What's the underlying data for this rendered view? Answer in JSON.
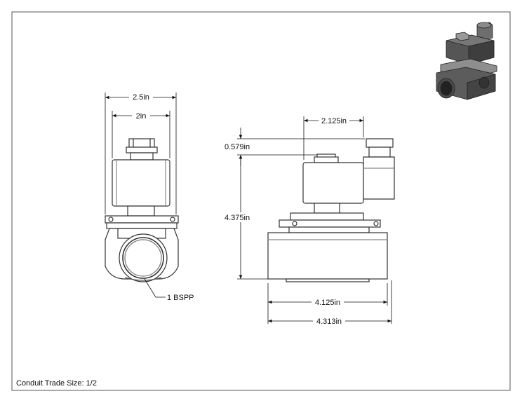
{
  "drawing": {
    "front_view": {
      "overall_width": "2.5in",
      "coil_width": "2in",
      "port_callout": "1 BSPP"
    },
    "side_view": {
      "coil_offset": "2.125in",
      "top_height": "0.579in",
      "overall_height": "4.375in",
      "body_length": "4.125in",
      "overall_length": "4.313in"
    },
    "footer_note": "Conduit Trade Size: 1/2"
  }
}
